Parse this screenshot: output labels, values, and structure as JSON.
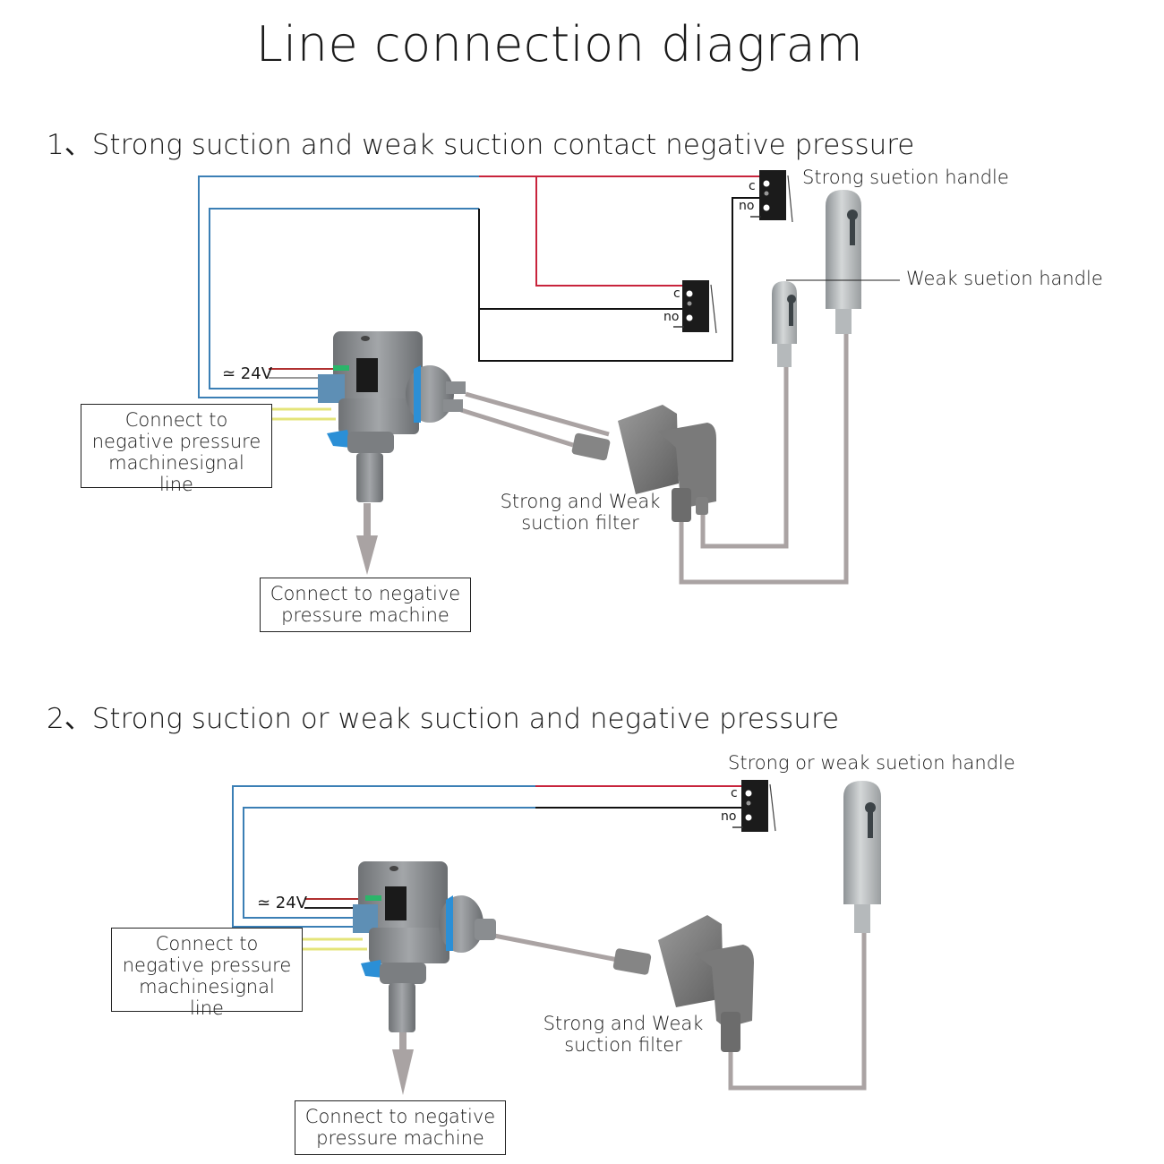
{
  "title": "Line connection diagram",
  "colors": {
    "wire_blue": "#3b7fb5",
    "wire_red": "#c8243c",
    "wire_black": "#111111",
    "wire_yellow": "#e8e87a",
    "tube_gray": "#a8a0a0",
    "valve_gray": "#8a8d90",
    "clip_blue": "#2b8fd6",
    "switch_black": "#1b1b1b",
    "handle_gray": "#b8bcbe"
  },
  "sections": [
    {
      "number": "1、",
      "heading": "Strong suction and weak suction contact negative pressure",
      "voltage_label": "≃ 24V",
      "signal_line_box": [
        "Connect to",
        "negative pressure",
        "machinesignal line"
      ],
      "machine_box": [
        "Connect to negative",
        "pressure machine"
      ],
      "filter_label": [
        "Strong and Weak",
        "suction filter"
      ],
      "switches": [
        {
          "name": "strong-switch",
          "pins": [
            "c",
            "no"
          ]
        },
        {
          "name": "weak-switch",
          "pins": [
            "c",
            "no"
          ]
        }
      ],
      "handles": [
        {
          "name": "strong",
          "label": "Strong suetion handle"
        },
        {
          "name": "weak",
          "label": "Weak suetion handle"
        }
      ]
    },
    {
      "number": "2、",
      "heading": "Strong suction or weak suction and negative pressure",
      "voltage_label": "≃ 24V",
      "signal_line_box": [
        "Connect to",
        "negative pressure",
        "machinesignal line"
      ],
      "machine_box": [
        "Connect to negative",
        "pressure machine"
      ],
      "filter_label": [
        "Strong and Weak",
        "suction filter"
      ],
      "switches": [
        {
          "name": "switch",
          "pins": [
            "c",
            "no"
          ]
        }
      ],
      "handles": [
        {
          "name": "single",
          "label": "Strong or weak suetion handle"
        }
      ]
    }
  ]
}
